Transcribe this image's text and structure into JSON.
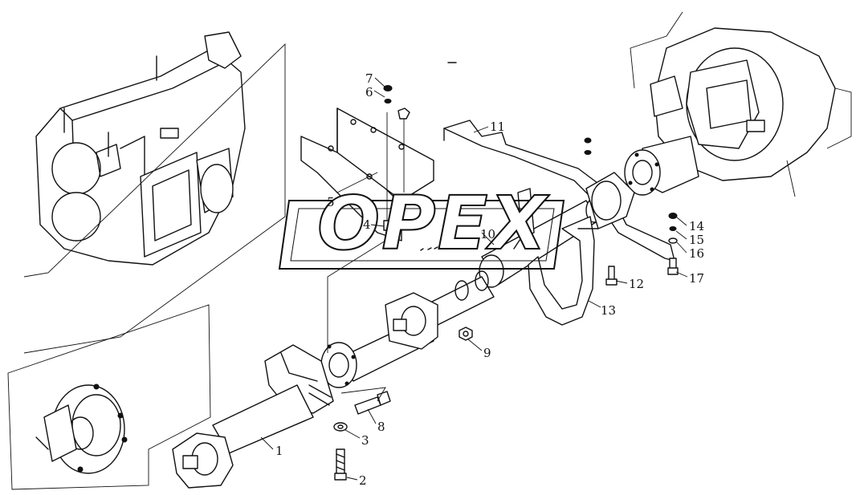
{
  "watermark": {
    "text": "OPEX"
  },
  "callouts": {
    "c1": "1",
    "c2": "2",
    "c3": "3",
    "c4": "4",
    "c5": "5",
    "c6": "6",
    "c7": "7",
    "c8": "8",
    "c9": "9",
    "c10": "10",
    "c11": "11",
    "c12": "12",
    "c13": "13",
    "c14": "14",
    "c15": "15",
    "c16": "16",
    "c17": "17"
  }
}
